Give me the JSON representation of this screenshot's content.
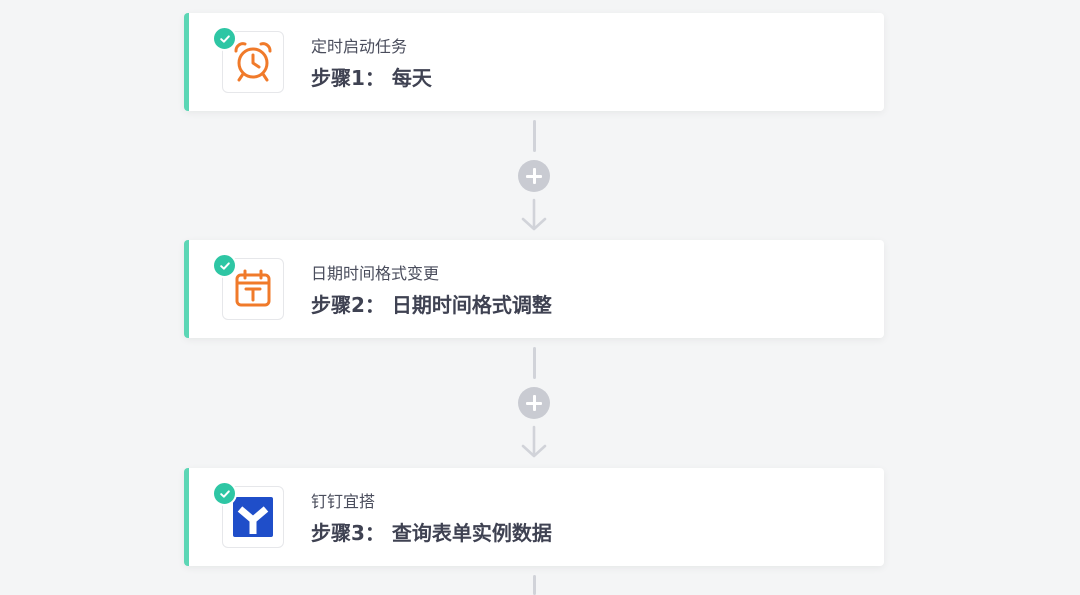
{
  "workflow": {
    "steps": [
      {
        "app_name": "定时启动任务",
        "title": "步骤1： 每天",
        "icon": "alarm-clock-icon",
        "status": "completed"
      },
      {
        "app_name": "日期时间格式变更",
        "title": "步骤2： 日期时间格式调整",
        "icon": "calendar-format-icon",
        "status": "completed"
      },
      {
        "app_name": "钉钉宜搭",
        "title": "步骤3： 查询表单实例数据",
        "icon": "yida-logo-icon",
        "status": "completed"
      }
    ]
  },
  "colors": {
    "background": "#f4f5f6",
    "card_accent": "#5cd6b5",
    "check_badge": "#2ec6a4",
    "icon_orange": "#f07a2a",
    "yida_blue": "#1f4ec9",
    "connector": "#d1d3d9",
    "add_button": "#c9cbd2"
  }
}
